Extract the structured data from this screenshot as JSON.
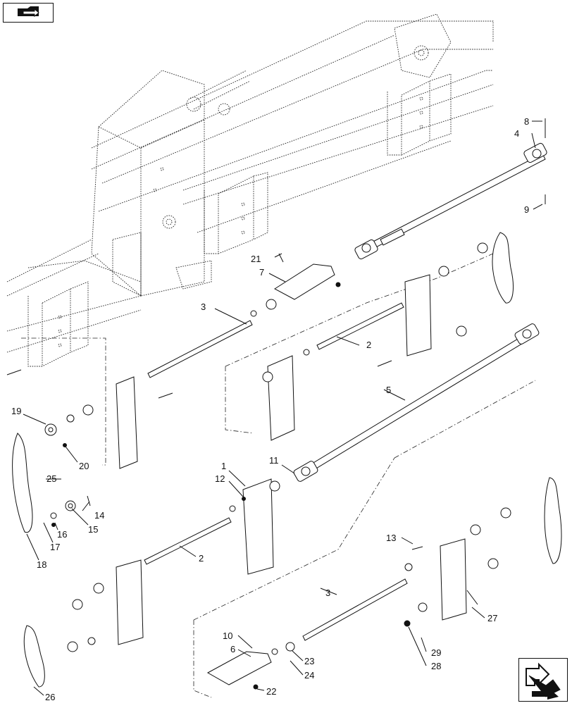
{
  "diagram": {
    "callouts": [
      {
        "id": "c1",
        "label": "1"
      },
      {
        "id": "c2a",
        "label": "2"
      },
      {
        "id": "c2b",
        "label": "2"
      },
      {
        "id": "c3a",
        "label": "3"
      },
      {
        "id": "c3b",
        "label": "3"
      },
      {
        "id": "c4",
        "label": "4"
      },
      {
        "id": "c5",
        "label": "5"
      },
      {
        "id": "c6",
        "label": "6"
      },
      {
        "id": "c7",
        "label": "7"
      },
      {
        "id": "c8",
        "label": "8"
      },
      {
        "id": "c9",
        "label": "9"
      },
      {
        "id": "c10",
        "label": "10"
      },
      {
        "id": "c11",
        "label": "11"
      },
      {
        "id": "c12",
        "label": "12"
      },
      {
        "id": "c13",
        "label": "13"
      },
      {
        "id": "c14",
        "label": "14"
      },
      {
        "id": "c15",
        "label": "15"
      },
      {
        "id": "c16",
        "label": "16"
      },
      {
        "id": "c17",
        "label": "17"
      },
      {
        "id": "c18",
        "label": "18"
      },
      {
        "id": "c19",
        "label": "19"
      },
      {
        "id": "c20",
        "label": "20"
      },
      {
        "id": "c21",
        "label": "21"
      },
      {
        "id": "c22",
        "label": "22"
      },
      {
        "id": "c23",
        "label": "23"
      },
      {
        "id": "c24",
        "label": "24"
      },
      {
        "id": "c25",
        "label": "25"
      },
      {
        "id": "c26",
        "label": "26"
      },
      {
        "id": "c27",
        "label": "27"
      },
      {
        "id": "c28",
        "label": "28"
      },
      {
        "id": "c29",
        "label": "29"
      }
    ]
  },
  "navigation": {
    "top_icon": "folder-arrow-icon",
    "bottom_icon": "next-page-arrow-icon"
  },
  "colors": {
    "line": "#111111",
    "background": "#ffffff"
  }
}
